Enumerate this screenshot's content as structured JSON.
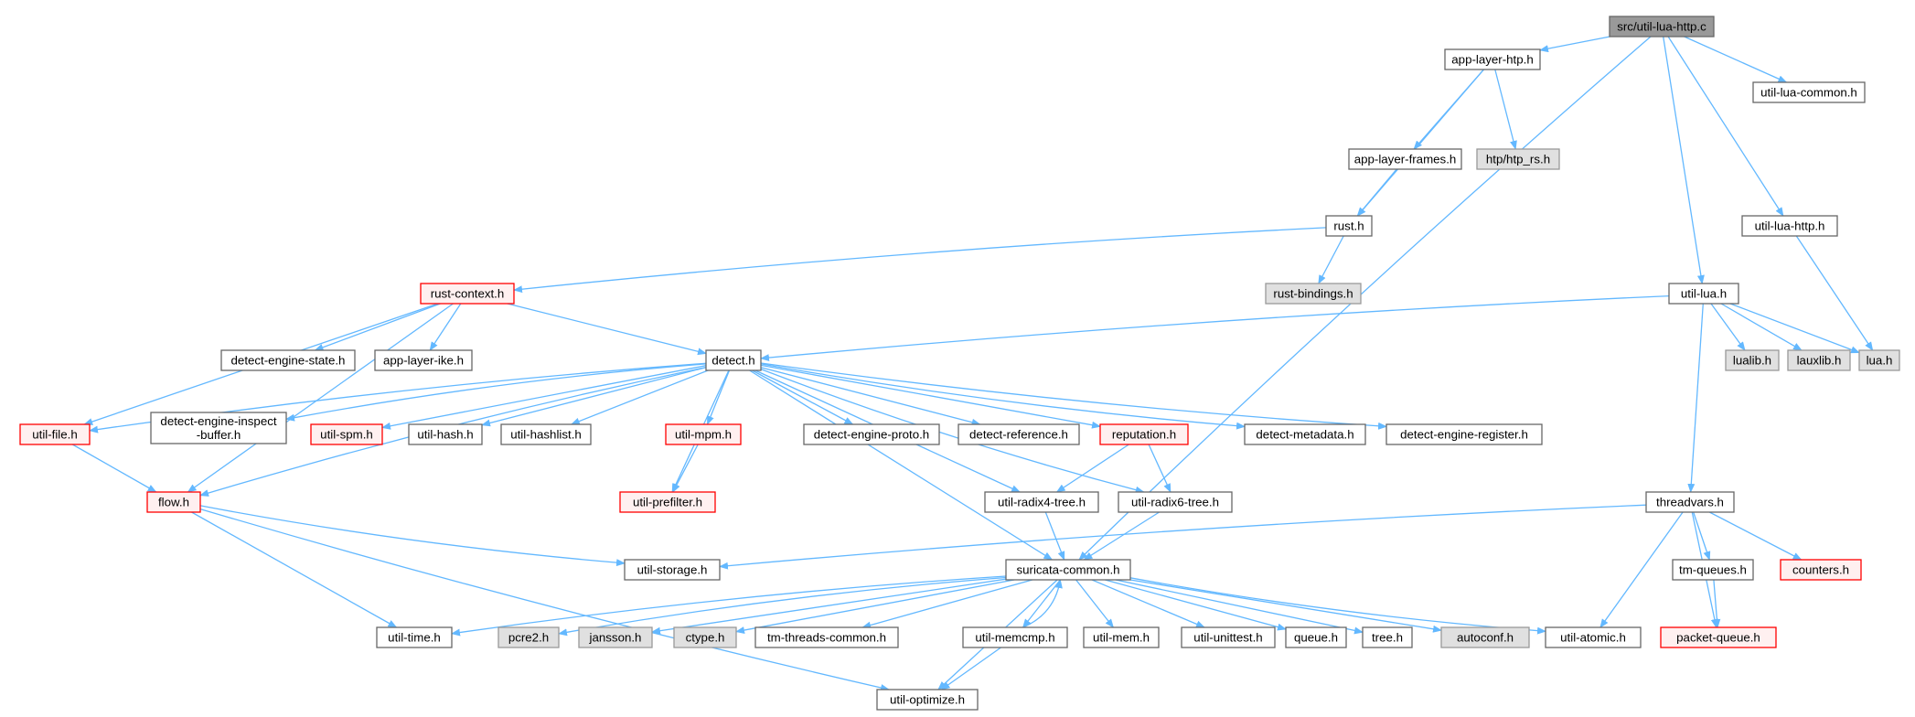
{
  "colors": {
    "edge": "#63b8ff",
    "root_fill": "#999999",
    "root_border": "#666666",
    "normal_fill": "#ffffff",
    "normal_border": "#666666",
    "system_fill": "#e0e0e0",
    "system_border": "#999999",
    "truncated_fill": "#fff0f0",
    "truncated_border": "#ff0000"
  },
  "nodes": [
    {
      "id": "root",
      "label": "src/util-lua-http.c",
      "style": "root"
    },
    {
      "id": "app_layer_htp",
      "label": "app-layer-htp.h",
      "style": "normal"
    },
    {
      "id": "util_lua_common",
      "label": "util-lua-common.h",
      "style": "normal"
    },
    {
      "id": "app_layer_frames",
      "label": "app-layer-frames.h",
      "style": "normal"
    },
    {
      "id": "htp_rs",
      "label": "htp/htp_rs.h",
      "style": "system"
    },
    {
      "id": "rust",
      "label": "rust.h",
      "style": "normal"
    },
    {
      "id": "util_lua_http",
      "label": "util-lua-http.h",
      "style": "normal"
    },
    {
      "id": "rust_context",
      "label": "rust-context.h",
      "style": "truncated"
    },
    {
      "id": "rust_bindings",
      "label": "rust-bindings.h",
      "style": "system"
    },
    {
      "id": "util_lua",
      "label": "util-lua.h",
      "style": "normal"
    },
    {
      "id": "detect_engine_state",
      "label": "detect-engine-state.h",
      "style": "normal"
    },
    {
      "id": "app_layer_ike",
      "label": "app-layer-ike.h",
      "style": "normal"
    },
    {
      "id": "detect",
      "label": "detect.h",
      "style": "normal"
    },
    {
      "id": "lualib",
      "label": "lualib.h",
      "style": "system"
    },
    {
      "id": "lauxlib",
      "label": "lauxlib.h",
      "style": "system"
    },
    {
      "id": "lua",
      "label": "lua.h",
      "style": "system"
    },
    {
      "id": "util_file",
      "label": "util-file.h",
      "style": "truncated"
    },
    {
      "id": "detect_engine_inspect_buffer",
      "label": "detect-engine-inspect\n-buffer.h",
      "style": "normal"
    },
    {
      "id": "util_spm",
      "label": "util-spm.h",
      "style": "truncated"
    },
    {
      "id": "util_hash",
      "label": "util-hash.h",
      "style": "normal"
    },
    {
      "id": "util_hashlist",
      "label": "util-hashlist.h",
      "style": "normal"
    },
    {
      "id": "util_mpm",
      "label": "util-mpm.h",
      "style": "truncated"
    },
    {
      "id": "detect_engine_proto",
      "label": "detect-engine-proto.h",
      "style": "normal"
    },
    {
      "id": "detect_reference",
      "label": "detect-reference.h",
      "style": "normal"
    },
    {
      "id": "reputation",
      "label": "reputation.h",
      "style": "truncated"
    },
    {
      "id": "detect_metadata",
      "label": "detect-metadata.h",
      "style": "normal"
    },
    {
      "id": "detect_engine_register",
      "label": "detect-engine-register.h",
      "style": "normal"
    },
    {
      "id": "flow",
      "label": "flow.h",
      "style": "truncated"
    },
    {
      "id": "util_prefilter",
      "label": "util-prefilter.h",
      "style": "truncated"
    },
    {
      "id": "util_radix4_tree",
      "label": "util-radix4-tree.h",
      "style": "normal"
    },
    {
      "id": "util_radix6_tree",
      "label": "util-radix6-tree.h",
      "style": "normal"
    },
    {
      "id": "threadvars",
      "label": "threadvars.h",
      "style": "normal"
    },
    {
      "id": "util_storage",
      "label": "util-storage.h",
      "style": "normal"
    },
    {
      "id": "suricata_common",
      "label": "suricata-common.h",
      "style": "normal"
    },
    {
      "id": "tm_queues",
      "label": "tm-queues.h",
      "style": "normal"
    },
    {
      "id": "counters",
      "label": "counters.h",
      "style": "truncated"
    },
    {
      "id": "util_time",
      "label": "util-time.h",
      "style": "normal"
    },
    {
      "id": "pcre2",
      "label": "pcre2.h",
      "style": "system"
    },
    {
      "id": "jansson",
      "label": "jansson.h",
      "style": "system"
    },
    {
      "id": "ctype",
      "label": "ctype.h",
      "style": "system"
    },
    {
      "id": "tm_threads_common",
      "label": "tm-threads-common.h",
      "style": "normal"
    },
    {
      "id": "util_memcmp",
      "label": "util-memcmp.h",
      "style": "normal"
    },
    {
      "id": "util_mem",
      "label": "util-mem.h",
      "style": "normal"
    },
    {
      "id": "util_unittest",
      "label": "util-unittest.h",
      "style": "normal"
    },
    {
      "id": "queue",
      "label": "queue.h",
      "style": "normal"
    },
    {
      "id": "tree",
      "label": "tree.h",
      "style": "normal"
    },
    {
      "id": "autoconf",
      "label": "autoconf.h",
      "style": "system"
    },
    {
      "id": "util_atomic",
      "label": "util-atomic.h",
      "style": "normal"
    },
    {
      "id": "packet_queue",
      "label": "packet-queue.h",
      "style": "truncated"
    },
    {
      "id": "util_optimize",
      "label": "util-optimize.h",
      "style": "normal"
    }
  ],
  "edges": [
    [
      "root",
      "app_layer_htp"
    ],
    [
      "root",
      "util_lua_common"
    ],
    [
      "root",
      "util_lua_http"
    ],
    [
      "root",
      "util_lua"
    ],
    [
      "root",
      "suricata_common"
    ],
    [
      "app_layer_htp",
      "app_layer_frames"
    ],
    [
      "app_layer_htp",
      "htp_rs"
    ],
    [
      "app_layer_htp",
      "rust"
    ],
    [
      "app_layer_frames",
      "rust"
    ],
    [
      "rust",
      "rust_context"
    ],
    [
      "rust",
      "rust_bindings"
    ],
    [
      "util_lua_http",
      "lua"
    ],
    [
      "rust_context",
      "detect_engine_state"
    ],
    [
      "rust_context",
      "app_layer_ike"
    ],
    [
      "rust_context",
      "detect"
    ],
    [
      "rust_context",
      "flow"
    ],
    [
      "rust_context",
      "util_file"
    ],
    [
      "util_lua",
      "detect"
    ],
    [
      "util_lua",
      "lualib"
    ],
    [
      "util_lua",
      "lauxlib"
    ],
    [
      "util_lua",
      "lua"
    ],
    [
      "util_lua",
      "threadvars"
    ],
    [
      "detect",
      "util_file"
    ],
    [
      "detect",
      "detect_engine_inspect_buffer"
    ],
    [
      "detect",
      "util_spm"
    ],
    [
      "detect",
      "util_hash"
    ],
    [
      "detect",
      "util_hashlist"
    ],
    [
      "detect",
      "util_mpm"
    ],
    [
      "detect",
      "detect_engine_proto"
    ],
    [
      "detect",
      "detect_reference"
    ],
    [
      "detect",
      "reputation"
    ],
    [
      "detect",
      "detect_metadata"
    ],
    [
      "detect",
      "detect_engine_register"
    ],
    [
      "detect",
      "flow"
    ],
    [
      "detect",
      "util_prefilter"
    ],
    [
      "detect",
      "util_radix4_tree"
    ],
    [
      "detect",
      "util_radix6_tree"
    ],
    [
      "detect",
      "suricata_common"
    ],
    [
      "util_file",
      "flow"
    ],
    [
      "util_mpm",
      "util_prefilter"
    ],
    [
      "reputation",
      "util_radix4_tree"
    ],
    [
      "reputation",
      "util_radix6_tree"
    ],
    [
      "flow",
      "util_storage"
    ],
    [
      "flow",
      "util_time"
    ],
    [
      "flow",
      "util_optimize"
    ],
    [
      "util_radix4_tree",
      "suricata_common"
    ],
    [
      "util_radix6_tree",
      "suricata_common"
    ],
    [
      "threadvars",
      "util_storage"
    ],
    [
      "threadvars",
      "tm_queues"
    ],
    [
      "threadvars",
      "counters"
    ],
    [
      "threadvars",
      "packet_queue"
    ],
    [
      "threadvars",
      "util_atomic"
    ],
    [
      "tm_queues",
      "packet_queue"
    ],
    [
      "suricata_common",
      "util_time"
    ],
    [
      "suricata_common",
      "pcre2"
    ],
    [
      "suricata_common",
      "jansson"
    ],
    [
      "suricata_common",
      "ctype"
    ],
    [
      "suricata_common",
      "tm_threads_common"
    ],
    [
      "suricata_common",
      "util_memcmp"
    ],
    [
      "suricata_common",
      "util_mem"
    ],
    [
      "suricata_common",
      "util_unittest"
    ],
    [
      "suricata_common",
      "queue"
    ],
    [
      "suricata_common",
      "tree"
    ],
    [
      "suricata_common",
      "autoconf"
    ],
    [
      "suricata_common",
      "util_atomic"
    ],
    [
      "suricata_common",
      "util_optimize"
    ],
    [
      "util_memcmp",
      "suricata_common"
    ],
    [
      "util_memcmp",
      "util_optimize"
    ]
  ]
}
